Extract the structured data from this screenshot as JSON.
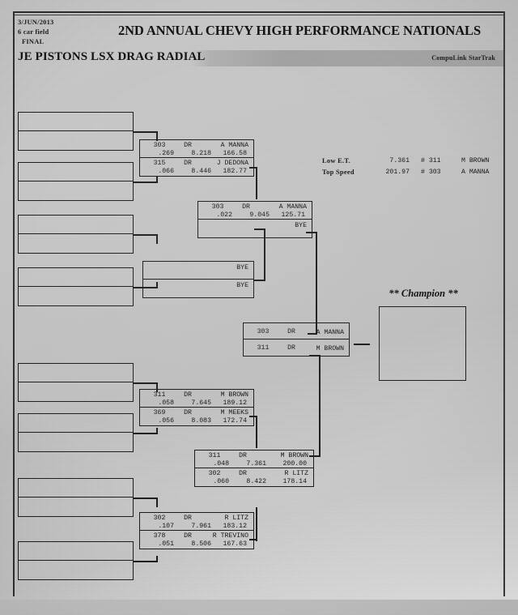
{
  "header": {
    "date": "3/JUN/2013",
    "field": "6 car field",
    "round": "FINAL",
    "event_title": "2ND ANNUAL CHEVY HIGH PERFORMANCE NATIONALS",
    "class_title": "JE PISTONS LSX DRAG RADIAL",
    "brand": "CompuLink StarTrak"
  },
  "stats": {
    "rows": [
      {
        "label": "Low  E.T.",
        "value": "7.361",
        "car": "# 311",
        "driver": "M BROWN"
      },
      {
        "label": "Top Speed",
        "value": "201.97",
        "car": "# 303",
        "driver": "A MANNA"
      }
    ]
  },
  "champion": {
    "label": "** Champion **"
  },
  "bracket": {
    "round1_upper": {
      "entries": [
        {
          "car": "303",
          "class": "DR",
          "driver": "A MANNA",
          "rt": ".269",
          "et": "8.218",
          "mph": "166.58"
        },
        {
          "car": "315",
          "class": "DR",
          "driver": "J DEDONA",
          "rt": ".066",
          "et": "8.446",
          "mph": "182.77"
        }
      ]
    },
    "round2_upper": {
      "entries": [
        {
          "car": "303",
          "class": "DR",
          "driver": "A MANNA",
          "rt": ".022",
          "et": "9.045",
          "mph": "125.71"
        },
        {
          "car": "",
          "class": "",
          "driver": "BYE",
          "rt": "",
          "et": "",
          "mph": ""
        }
      ]
    },
    "bye_pair": {
      "entries": [
        {
          "driver": "BYE"
        },
        {
          "driver": "BYE"
        }
      ]
    },
    "final": {
      "entries": [
        {
          "car": "303",
          "class": "DR",
          "driver": "A MANNA"
        },
        {
          "car": "311",
          "class": "DR",
          "driver": "M BROWN"
        }
      ]
    },
    "round1_lower": {
      "entries": [
        {
          "car": "311",
          "class": "DR",
          "driver": "M BROWN",
          "rt": ".058",
          "et": "7.645",
          "mph": "189.12"
        },
        {
          "car": "369",
          "class": "DR",
          "driver": "M MEEKS",
          "rt": ".056",
          "et": "8.083",
          "mph": "172.74"
        }
      ]
    },
    "round2_lower": {
      "entries": [
        {
          "car": "311",
          "class": "DR",
          "driver": "M BROWN",
          "rt": ".048",
          "et": "7.361",
          "mph": "200.00"
        },
        {
          "car": "302",
          "class": "DR",
          "driver": "R LITZ",
          "rt": ".060",
          "et": "8.422",
          "mph": "178.14"
        }
      ]
    },
    "round1_bottom": {
      "entries": [
        {
          "car": "302",
          "class": "DR",
          "driver": "R LITZ",
          "rt": ".107",
          "et": "7.961",
          "mph": "183.12"
        },
        {
          "car": "378",
          "class": "DR",
          "driver": "R TREVINO",
          "rt": ".051",
          "et": "8.506",
          "mph": "167.63"
        }
      ]
    }
  }
}
